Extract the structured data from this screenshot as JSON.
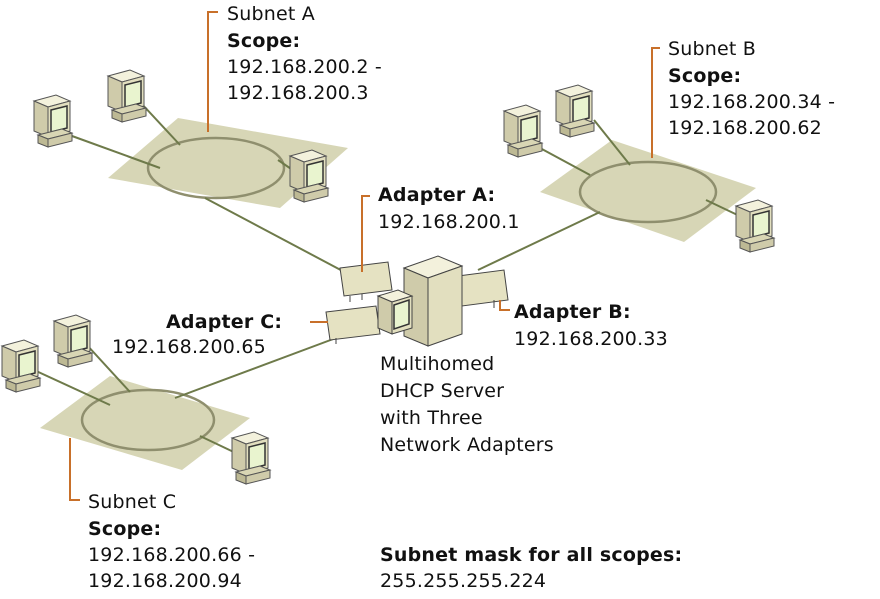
{
  "subnet_a": {
    "name": "Subnet A",
    "scope_label": "Scope:",
    "range_start": "192.168.200.2 -",
    "range_end": "192.168.200.3"
  },
  "subnet_b": {
    "name": "Subnet B",
    "scope_label": "Scope:",
    "range_start": "192.168.200.34 -",
    "range_end": "192.168.200.62"
  },
  "subnet_c": {
    "name": "Subnet C",
    "scope_label": "Scope:",
    "range_start": "192.168.200.66 -",
    "range_end": "192.168.200.94"
  },
  "adapter_a": {
    "label": "Adapter A:",
    "ip": "192.168.200.1"
  },
  "adapter_b": {
    "label": "Adapter B:",
    "ip": "192.168.200.33"
  },
  "adapter_c": {
    "label": "Adapter C:",
    "ip": "192.168.200.65"
  },
  "server": {
    "line1": "Multihomed",
    "line2": "DHCP Server",
    "line3": "with Three",
    "line4": "Network Adapters"
  },
  "mask": {
    "label": "Subnet mask for all scopes:",
    "value": "255.255.255.224"
  },
  "colors": {
    "plate": "#d7d6b6",
    "ring": "#8f8f6e",
    "cable": "#6e7a4a",
    "leader": "#c8702a",
    "device": "#e5e2c2",
    "screen": "#e9f4cf"
  }
}
